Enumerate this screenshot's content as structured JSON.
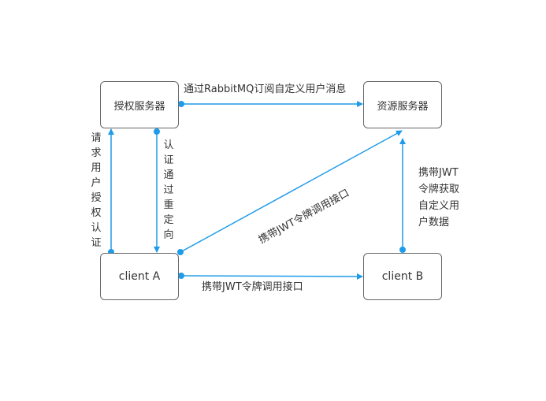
{
  "colors": {
    "edge": "#1e9be9",
    "node_border": "#666666",
    "text": "#333333",
    "background": "#ffffff"
  },
  "nodes": {
    "auth_server": {
      "label": "授权服务器"
    },
    "resource_server": {
      "label": "资源服务器"
    },
    "client_a": {
      "label": "client A"
    },
    "client_b": {
      "label": "client B"
    }
  },
  "edges": {
    "auth_to_resource": {
      "label": "通过RabbitMQ订阅自定义用户消息"
    },
    "clienta_to_auth": {
      "label": "请求用户授权认证"
    },
    "auth_to_clienta": {
      "label": "认证通过重定向"
    },
    "clienta_to_resource": {
      "label": "携带JWT令牌调用接口"
    },
    "clienta_to_clientb": {
      "label": "携带JWT令牌调用接口"
    },
    "clientb_to_resource": {
      "label": "携带JWT令牌获取自定义用户数据"
    }
  }
}
